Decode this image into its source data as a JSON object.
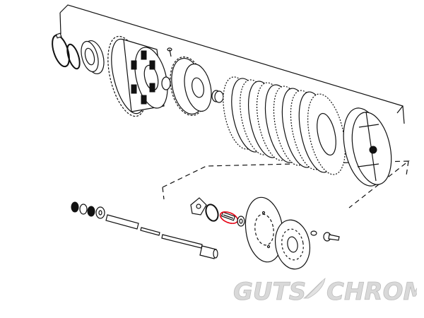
{
  "watermark": {
    "brand_left": "GUTS",
    "brand_right": "CHROME",
    "text_color": "#d9d9d9",
    "outline_color": "#bdbdbd"
  },
  "highlight": {
    "color": "#e60012",
    "part": "pushrod-bearing"
  },
  "parts": [
    "circlip",
    "snap-ring",
    "bearing",
    "clutch-basket-sprocket",
    "lock-pin",
    "clutch-hub",
    "hub-spacer",
    "clutch-plate-stack",
    "pressure-plate",
    "pushrod-adjuster-nut",
    "pushrod-washers",
    "pushrod-seal",
    "pushrod",
    "pushrod-end",
    "throwout-bearing",
    "retaining-ring",
    "pushrod-bearing",
    "bearing-washer",
    "release-ramp-plate",
    "release-ramp-ball-plate",
    "adjusting-screw"
  ]
}
